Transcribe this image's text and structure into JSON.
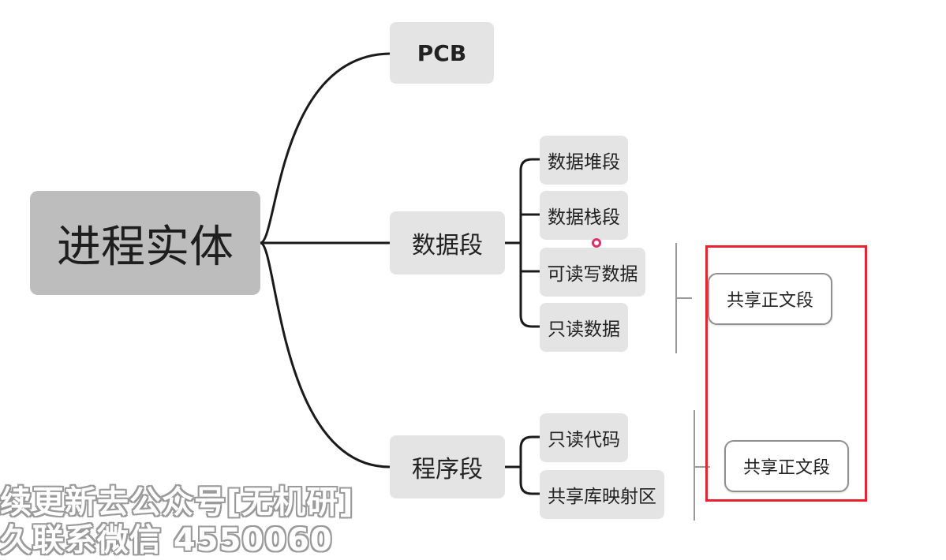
{
  "mindmap": {
    "root": "进程实体",
    "pcb": "PCB",
    "data_segment": {
      "label": "数据段",
      "children": [
        "数据堆段",
        "数据栈段",
        "可读写数据",
        "只读数据"
      ]
    },
    "program_segment": {
      "label": "程序段",
      "children": [
        "只读代码",
        "共享库映射区"
      ]
    },
    "shared_text_1": "共享正文段",
    "shared_text_2": "共享正文段"
  },
  "watermark": {
    "line1": "续更新去公众号[无机研]",
    "line2": "久联系微信 4550060"
  },
  "colors": {
    "root_fill": "#bdbdbd",
    "node_fill": "#e4e4e4",
    "highlight_box": "#e8232f",
    "cursor": "#e0306a"
  }
}
